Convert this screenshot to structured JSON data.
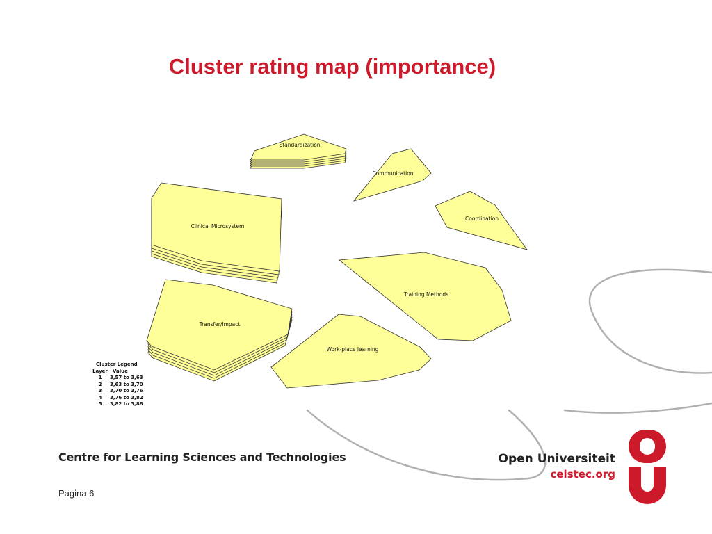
{
  "slide": {
    "title": "Cluster rating map (importance)",
    "footer_left": "Centre for Learning Sciences and Technologies",
    "brand_name": "Open Universiteit",
    "brand_site": "celstec.org",
    "page_label": "Pagina 6"
  },
  "colors": {
    "title": "#cc1a2a",
    "cluster_fill": "#ffff99",
    "cluster_stroke": "#333333",
    "brand_red": "#cc1a2a",
    "swoosh": "#b0b0b0"
  },
  "clusters": [
    {
      "id": "standardization",
      "label": "Standardization",
      "layers": 5
    },
    {
      "id": "communication",
      "label": "Communication",
      "layers": 1
    },
    {
      "id": "coordination",
      "label": "Coordination",
      "layers": 1
    },
    {
      "id": "clinical-microsystem",
      "label": "Clinical Microsystem",
      "layers": 5
    },
    {
      "id": "training-methods",
      "label": "Training Methods",
      "layers": 1
    },
    {
      "id": "transfer-impact",
      "label": "Transfer/Impact",
      "layers": 5
    },
    {
      "id": "work-place-learning",
      "label": "Work-place learning",
      "layers": 1
    }
  ],
  "legend": {
    "title": "Cluster Legend",
    "col_layer": "Layer",
    "col_value": "Value",
    "rows": [
      {
        "layer": "1",
        "value": "3,57 to 3,63"
      },
      {
        "layer": "2",
        "value": "3,63 to 3,70"
      },
      {
        "layer": "3",
        "value": "3,70 to 3,76"
      },
      {
        "layer": "4",
        "value": "3,76 to 3,82"
      },
      {
        "layer": "5",
        "value": "3,82 to 3,88"
      }
    ]
  },
  "logo": {
    "icon": "open-universiteit-logo-icon"
  }
}
